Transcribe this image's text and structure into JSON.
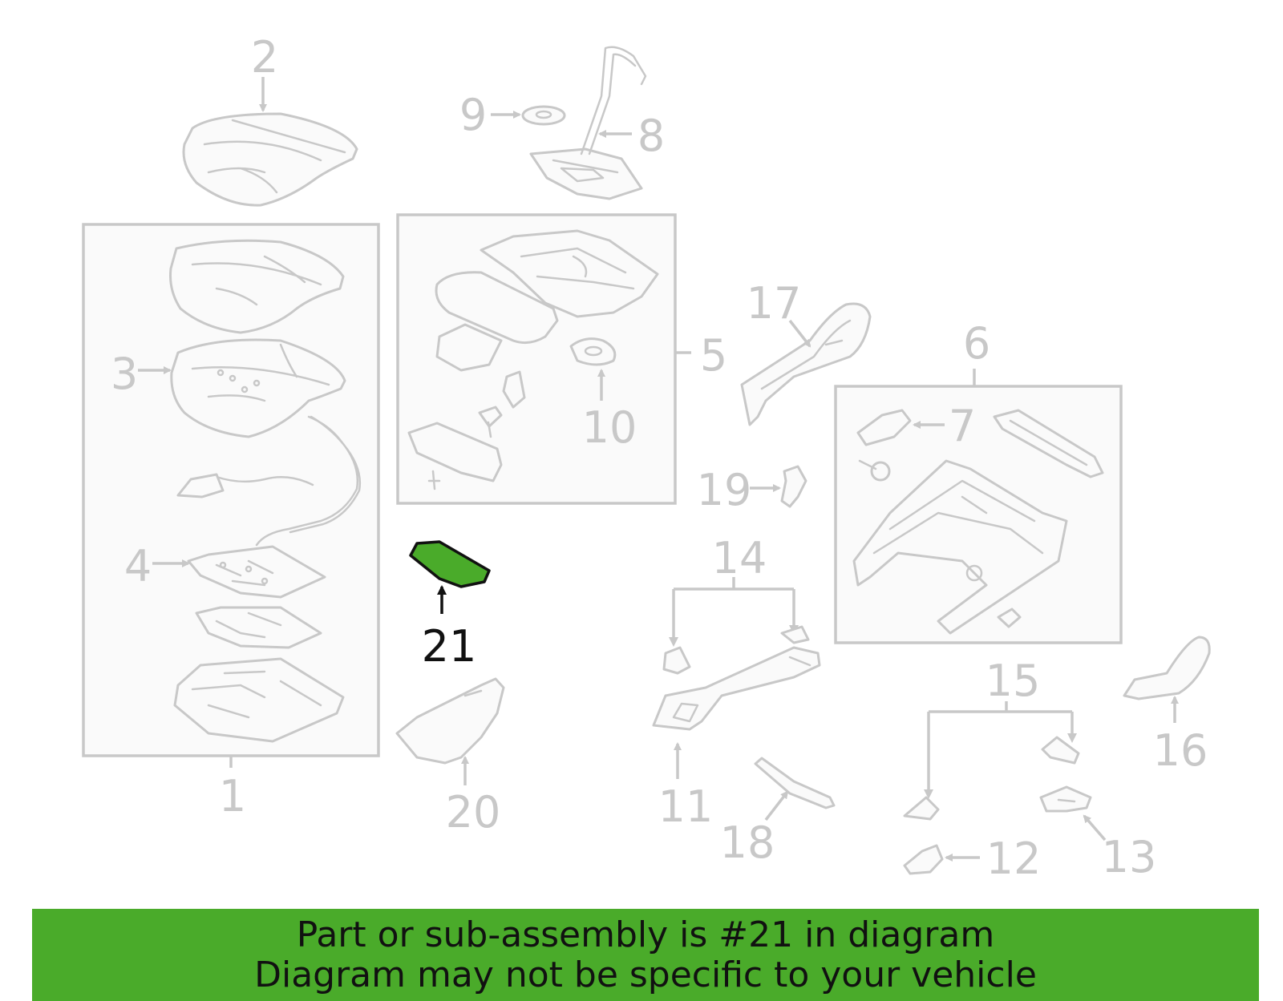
{
  "callouts": {
    "c1": "1",
    "c2": "2",
    "c3": "3",
    "c4": "4",
    "c5": "5",
    "c6": "6",
    "c7": "7",
    "c8": "8",
    "c9": "9",
    "c10": "10",
    "c11": "11",
    "c12": "12",
    "c13": "13",
    "c14": "14",
    "c15": "15",
    "c16": "16",
    "c17": "17",
    "c18": "18",
    "c19": "19",
    "c20": "20",
    "c21": "21"
  },
  "highlight": {
    "part_number": "21",
    "color": "#4aab2a",
    "outline_color": "#111111"
  },
  "line_color": "#c8c8c8",
  "banner": {
    "line1": "Part or sub-assembly is #21 in diagram",
    "line2": "Diagram may not be specific to your vehicle",
    "background": "#4aab2a"
  }
}
